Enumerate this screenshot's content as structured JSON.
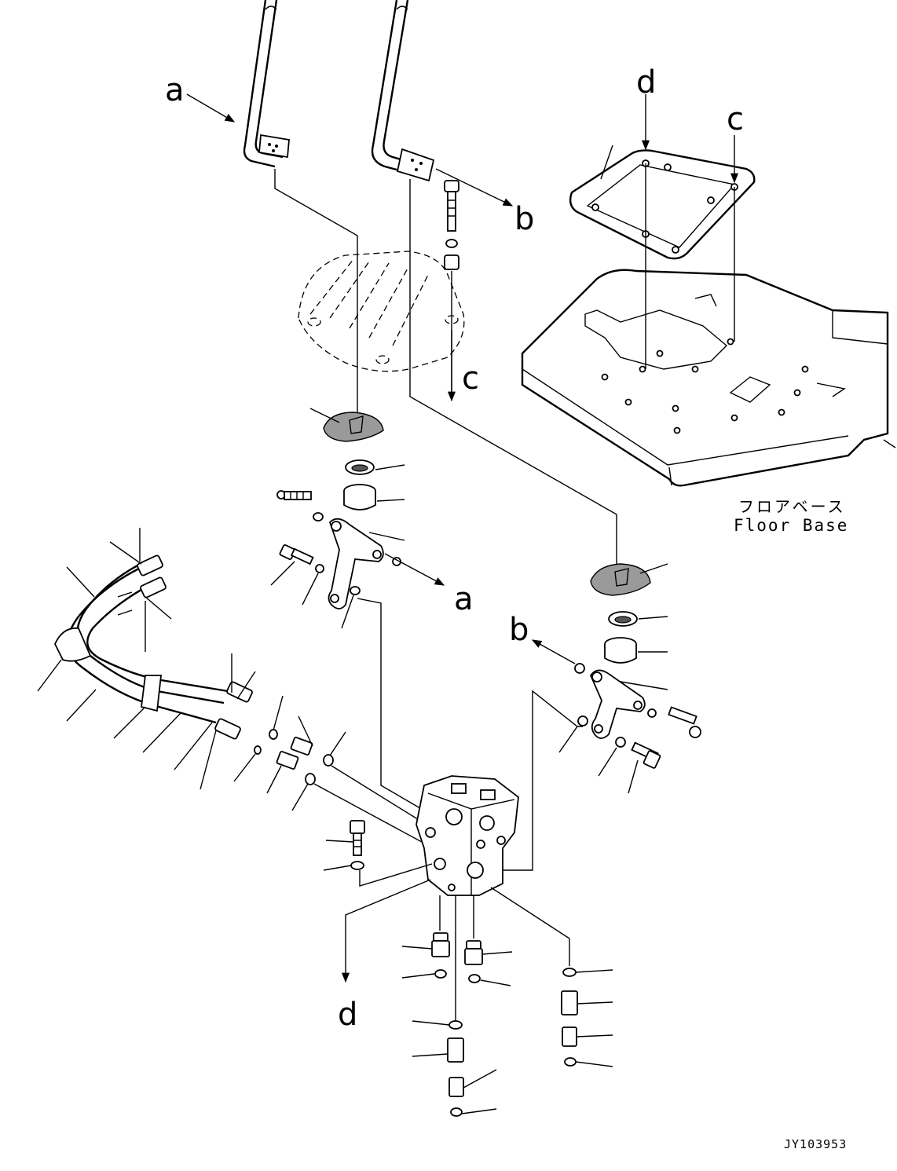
{
  "labels": {
    "a": "a",
    "b": "b",
    "c": "c",
    "d": "d"
  },
  "floor_base": {
    "jp": "フロアベース",
    "en": "Floor Base"
  },
  "drawing_code": "JY103953"
}
